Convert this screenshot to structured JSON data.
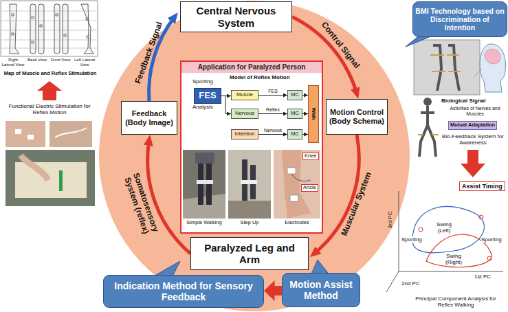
{
  "diagram": {
    "nodes": [
      {
        "text": [
          "Central Nervous System"
        ]
      },
      {
        "text": [
          "BMI Technology based on Discrimination of Intention"
        ]
      },
      {
        "text": [
          "Feedback (Body Image)"
        ]
      },
      {
        "text": [
          "Application for Paralyzed Person"
        ]
      },
      {
        "text": [
          "FES"
        ],
        "in": 3
      },
      {
        "text": [
          "Muscle"
        ],
        "in": 3
      },
      {
        "text": [
          "Nervous"
        ],
        "in": 3
      },
      {
        "text": [
          "Intention"
        ],
        "in": 3
      },
      {
        "text": [
          "MC"
        ],
        "in": 3
      },
      {
        "text": [
          "MC"
        ],
        "in": 3
      },
      {
        "text": [
          "MC"
        ],
        "in": 3
      },
      {
        "text": [
          "Walk"
        ],
        "in": 3
      },
      {
        "text": [
          "Motion Control (Body Schema)"
        ]
      },
      {
        "text": [
          "Paralyzed Leg and Arm"
        ]
      },
      {
        "text": [
          "Indication Method for Sensory Feedback"
        ]
      },
      {
        "text": [
          "Motion Assist Method"
        ]
      }
    ],
    "edges": [
      {
        "from": 0,
        "to": 12,
        "arrow": "to",
        "label": "Control Signal"
      },
      {
        "from": 12,
        "to": 13,
        "arrow": "to",
        "label": "Muscular System"
      },
      {
        "from": 13,
        "to": 2,
        "arrow": "to",
        "label": "Somatosensory System (reflex)"
      },
      {
        "from": 2,
        "to": 0,
        "arrow": "to",
        "label": "Feedback Signal"
      },
      {
        "from": 4,
        "to": 5,
        "arrow": "to"
      },
      {
        "from": 4,
        "to": 6,
        "arrow": "to"
      },
      {
        "from": 5,
        "to": 8,
        "arrow": "to",
        "label": "FES"
      },
      {
        "from": 6,
        "to": 9,
        "arrow": "to",
        "label": "Reflex"
      },
      {
        "from": 7,
        "to": 10,
        "arrow": "to",
        "label": "Nervous"
      },
      {
        "from": 8,
        "to": 11,
        "arrow": "to"
      },
      {
        "from": 9,
        "to": 11,
        "arrow": "to"
      },
      {
        "from": 10,
        "to": 11,
        "arrow": "to"
      },
      {
        "from": 15,
        "to": 14,
        "arrow": "to"
      }
    ],
    "labels": [
      "Right Lateral View",
      "Back View",
      "Front View",
      "Left Lateral View",
      "Map of Muscle and Reflex Stimulation",
      "Functional Electric Stimulation for Reflex Motion",
      "Model of Reflex Motion",
      "Sporting",
      "Analysis",
      "Simple Walking",
      "Step Up",
      "Electrodes",
      "Knee",
      "Ancle",
      "Biological Signal",
      "Activities of Nerves and Muscles",
      "Mutual Adaptation",
      "Bio-Feedback System for Awareness",
      "Assist Timing",
      "Sporting",
      "Swing (Left)",
      "Swing (Right)",
      "Sporting",
      "3rd PC",
      "2nd PC",
      "1st PC",
      "Principal Component Analysis for Reflex Walking"
    ]
  }
}
